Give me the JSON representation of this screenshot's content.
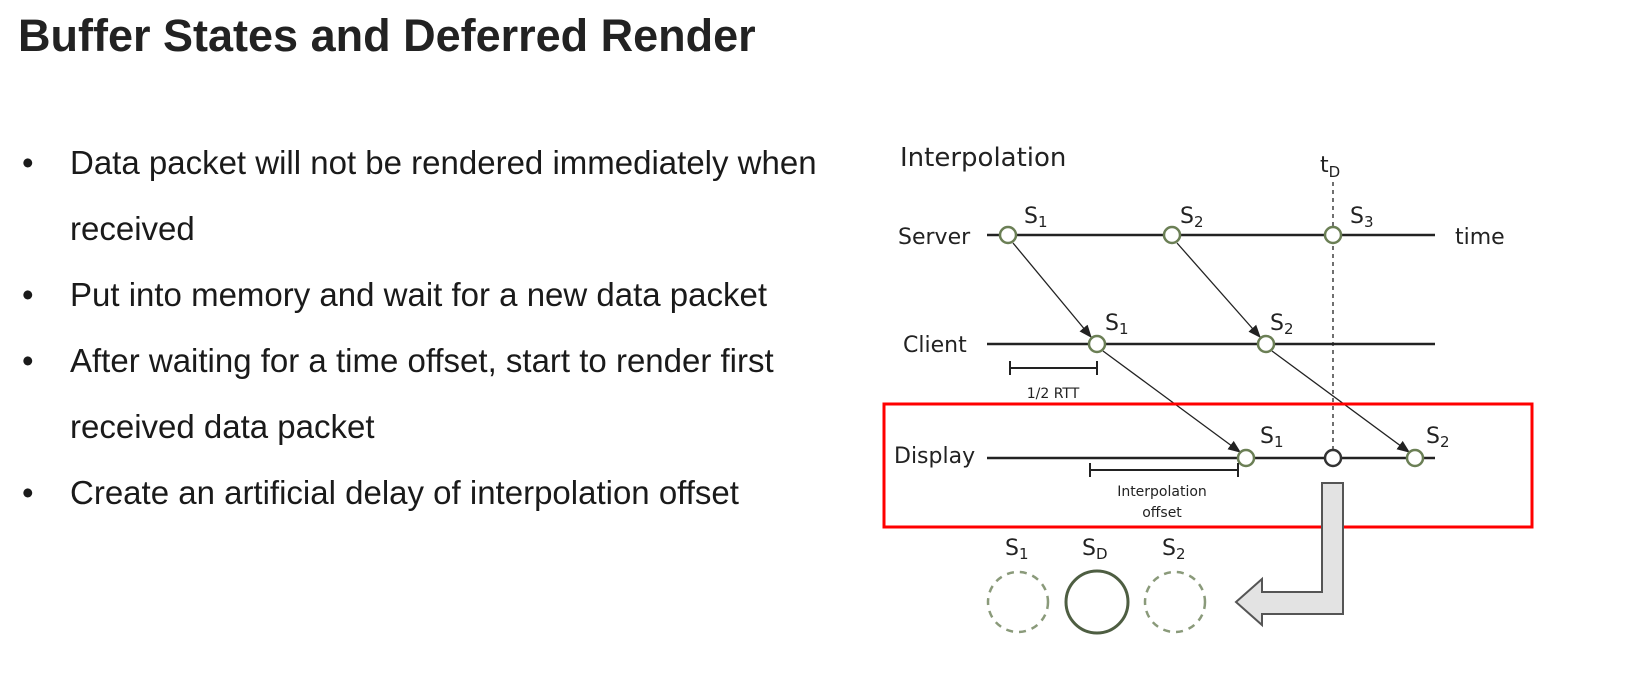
{
  "title": "Buffer States and Deferred Render",
  "bullet_char": "•",
  "bullets": [
    "Data packet will not be rendered immediately when received",
    "Put into memory and wait for a new data packet",
    "After waiting for a time offset, start to render first received data packet",
    "Create an artificial delay of interpolation offset"
  ],
  "diagram": {
    "title": "Interpolation",
    "td_label": "t",
    "td_sub": "D",
    "time_label": "time",
    "rows": {
      "server": "Server",
      "client": "Client",
      "display": "Display"
    },
    "s": "S",
    "subs": {
      "one": "1",
      "two": "2",
      "three": "3",
      "d": "D"
    },
    "rtt_label": "1/2 RTT",
    "offset_label_1": "Interpolation",
    "offset_label_2": "offset",
    "highlight_color": "#ff0000",
    "node_color": "#6b7f55"
  }
}
